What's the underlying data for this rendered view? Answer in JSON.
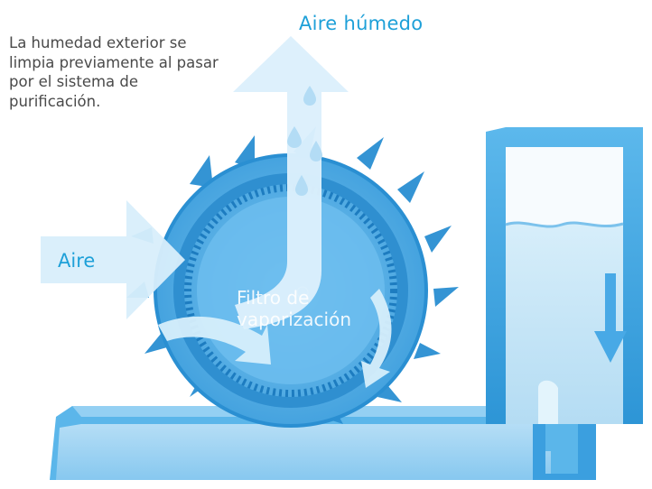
{
  "text": {
    "description": "La humedad exterior se limpia previamente al pasar por el sistema de purificación.",
    "output_label": "Aire húmedo",
    "input_label": "Aire",
    "filter_label": "Filtro de vaporización"
  },
  "colors": {
    "label_blue": "#1ea0d8",
    "frame_blue": "#3da8e6",
    "frame_dark": "#1f86c9",
    "water_light": "#cfe9f8",
    "arrow_light": "#d8eefb",
    "body_text": "#4a4a4a"
  },
  "icons": [
    "water-drop-icon",
    "arrow-down-icon",
    "arrow-up-icon",
    "arrow-right-icon"
  ]
}
